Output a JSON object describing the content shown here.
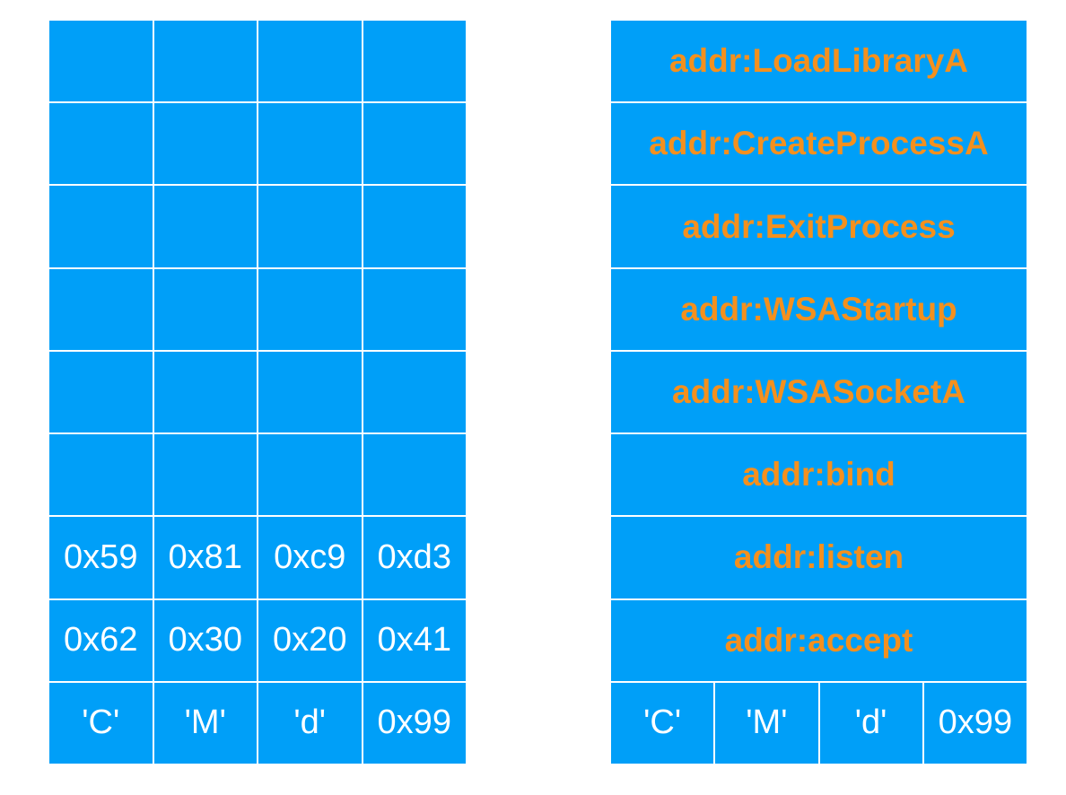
{
  "colors": {
    "cell_background": "#009ff8",
    "value_text": "#ffffff",
    "address_text": "#f4901e",
    "divider": "#ffffff"
  },
  "left_grid": {
    "rows": [
      [
        "",
        "",
        "",
        ""
      ],
      [
        "",
        "",
        "",
        ""
      ],
      [
        "",
        "",
        "",
        ""
      ],
      [
        "",
        "",
        "",
        ""
      ],
      [
        "",
        "",
        "",
        ""
      ],
      [
        "",
        "",
        "",
        ""
      ],
      [
        "0x59",
        "0x81",
        "0xc9",
        "0xd3"
      ],
      [
        "0x62",
        "0x30",
        "0x20",
        "0x41"
      ],
      [
        "'C'",
        "'M'",
        "'d'",
        "0x99"
      ]
    ]
  },
  "right_grid": {
    "addresses": [
      "addr:LoadLibraryA",
      "addr:CreateProcessA",
      "addr:ExitProcess",
      "addr:WSAStartup",
      "addr:WSASocketA",
      "addr:bind",
      "addr:listen",
      "addr:accept"
    ],
    "last_row": [
      "'C'",
      "'M'",
      "'d'",
      "0x99"
    ]
  }
}
